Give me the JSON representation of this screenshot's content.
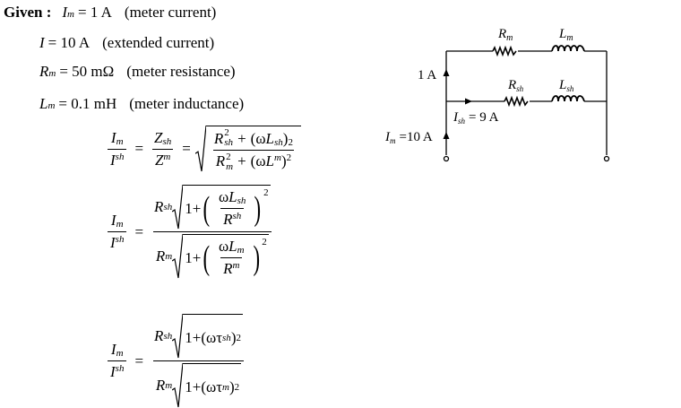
{
  "given": {
    "label": "Given :",
    "lines": [
      {
        "sym": "I",
        "sub": "m",
        "rhs": "= 1 A",
        "note": "(meter current)"
      },
      {
        "sym": "I",
        "sub": "",
        "rhs": "= 10 A",
        "note": "(extended current)"
      },
      {
        "sym": "R",
        "sub": "m",
        "rhs": "= 50 mΩ",
        "note": "(meter resistance)"
      },
      {
        "sym": "L",
        "sub": "m",
        "rhs": "= 0.1 mH",
        "note": "(meter inductance)"
      }
    ]
  },
  "s": {
    "I": "I",
    "R": "R",
    "L": "L",
    "Z": "Z",
    "m": "m",
    "sh": "sh",
    "eq": "=",
    "plus": "+",
    "w": "ω",
    "t": "τ",
    "one": "1",
    "two": "2",
    "lp": "(",
    "rp": ")",
    "one_plus": "1+"
  },
  "circuit": {
    "rm": {
      "sym": "R",
      "sub": "m"
    },
    "lm": {
      "sym": "L",
      "sub": "m"
    },
    "rsh": {
      "sym": "R",
      "sub": "sh"
    },
    "lsh": {
      "sym": "L",
      "sub": "sh"
    },
    "meter_current": "1 A",
    "shunt_current": {
      "sym": "I",
      "sub": "sh",
      "rhs": "= 9 A"
    },
    "total_current": {
      "sym": "I",
      "sub": "m",
      "rhs": "=10 A"
    }
  }
}
